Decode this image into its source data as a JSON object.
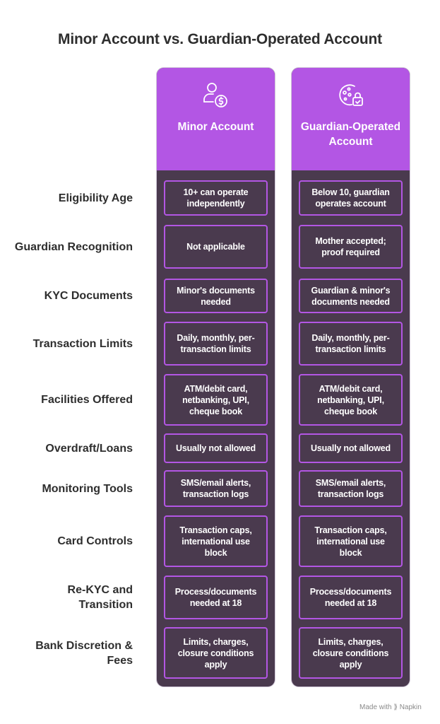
{
  "title": "Minor Account vs. Guardian-Operated Account",
  "columns": [
    {
      "title": "Minor Account",
      "icon": "person-dollar-icon"
    },
    {
      "title": "Guardian-Operated Account",
      "icon": "cookie-lock-icon"
    }
  ],
  "rows": [
    {
      "label": "Eligibility Age",
      "minor": "10+ can operate independently",
      "guardian": "Below 10, guardian operates account"
    },
    {
      "label": "Guardian Recognition",
      "minor": "Not applicable",
      "guardian": "Mother accepted; proof required"
    },
    {
      "label": "KYC Documents",
      "minor": "Minor's documents needed",
      "guardian": "Guardian & minor's documents needed"
    },
    {
      "label": "Transaction Limits",
      "minor": "Daily, monthly, per-transaction limits",
      "guardian": "Daily, monthly, per-transaction limits"
    },
    {
      "label": "Facilities Offered",
      "minor": "ATM/debit card, netbanking, UPI, cheque book",
      "guardian": "ATM/debit card, netbanking, UPI, cheque book"
    },
    {
      "label": "Overdraft/Loans",
      "minor": "Usually not allowed",
      "guardian": "Usually not allowed"
    },
    {
      "label": "Monitoring Tools",
      "minor": "SMS/email alerts, transaction logs",
      "guardian": "SMS/email alerts, transaction logs"
    },
    {
      "label": "Card Controls",
      "minor": "Transaction caps, international use block",
      "guardian": "Transaction caps, international use block"
    },
    {
      "label": "Re-KYC and Transition",
      "minor": "Process/documents needed at 18",
      "guardian": "Process/documents needed at 18"
    },
    {
      "label": "Bank Discretion & Fees",
      "minor": "Limits, charges, closure conditions apply",
      "guardian": "Limits, charges, closure conditions apply"
    }
  ],
  "footer": "Made with ⟫ Napkin"
}
